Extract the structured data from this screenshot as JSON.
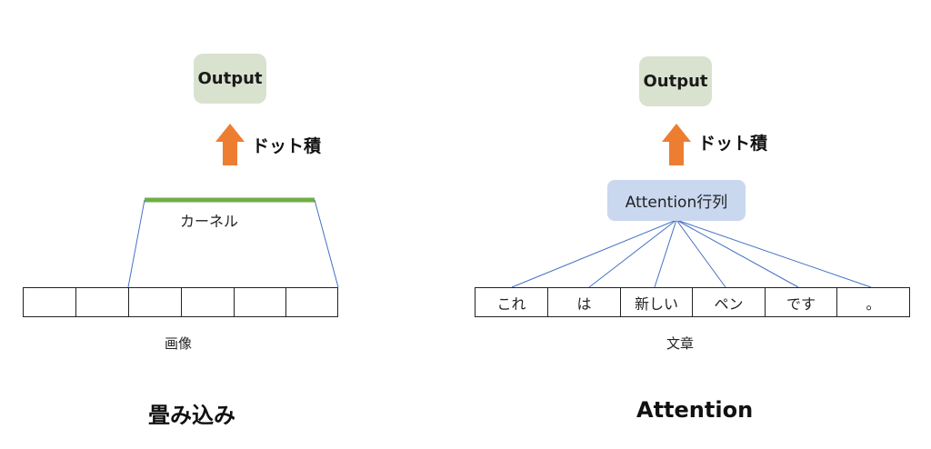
{
  "left": {
    "output_label": "Output",
    "op_label": "ドット積",
    "kernel_label": "カーネル",
    "cells": [
      "",
      "",
      "",
      "",
      "",
      ""
    ],
    "caption": "画像",
    "title": "畳み込み"
  },
  "right": {
    "output_label": "Output",
    "op_label": "ドット積",
    "matrix_label": "Attention行列",
    "tokens": [
      "これ",
      "は",
      "新しい",
      "ペン",
      "です",
      "。"
    ],
    "caption": "文章",
    "title": "Attention"
  },
  "colors": {
    "output_box": "#d9e2cf",
    "arrow": "#ed7d31",
    "kernel_bar": "#70ad47",
    "connector_line": "#4472c4",
    "attention_box": "#c9d7ef"
  }
}
